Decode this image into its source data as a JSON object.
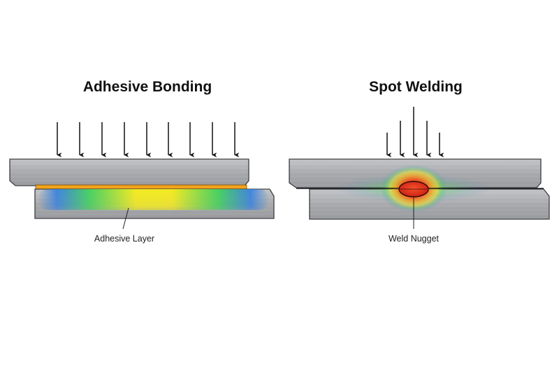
{
  "panels": {
    "adhesive": {
      "title": "Adhesive Bonding",
      "label": "Adhesive Layer",
      "force_arrows": 9
    },
    "welding": {
      "title": "Spot Welding",
      "label": "Weld Nugget",
      "force_arrows": 5
    }
  },
  "colors": {
    "metal": "#a9abae",
    "metal_edge": "#3a3c3f",
    "adhesive_layer": "#f2a31b",
    "heat_hot": "#e3271a",
    "heat_warm": "#f6a623",
    "stress_high": "#f3ea1f",
    "stress_mid": "#3fd25a",
    "stress_low": "#2f7de0",
    "arrow": "#111111"
  }
}
